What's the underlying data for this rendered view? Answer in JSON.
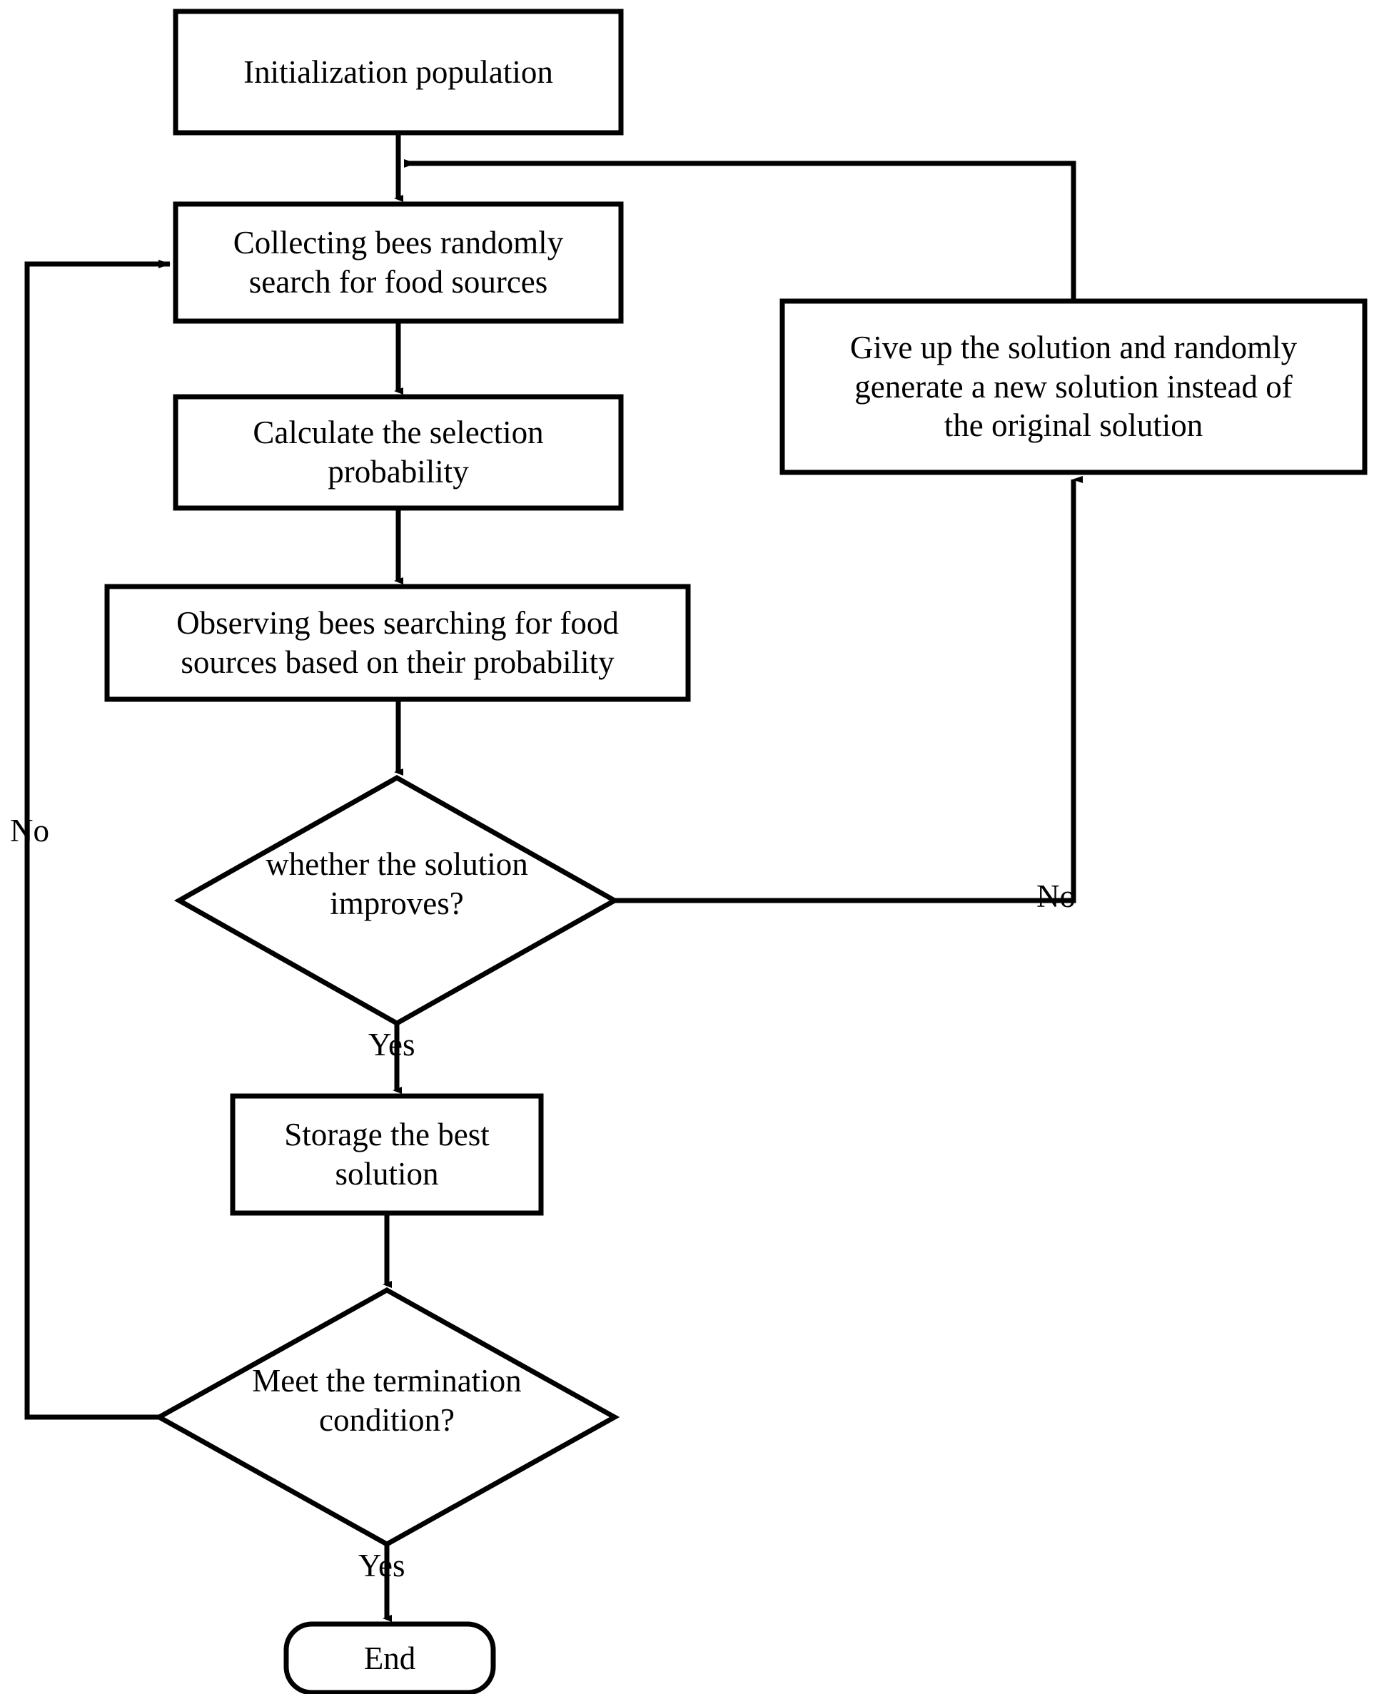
{
  "diagram": {
    "type": "flowchart",
    "title": "Artificial Bee Colony algorithm flowchart",
    "orientation": "top-to-bottom",
    "stroke_color": "#000000",
    "fill_color": "#ffffff",
    "background_color": "#ffffff"
  },
  "nodes": {
    "initialization": {
      "shape": "rectangle",
      "label": "Initialization population"
    },
    "collecting_bees": {
      "shape": "rectangle",
      "label": "Collecting bees randomly\nsearch for food sources"
    },
    "calculate_probability": {
      "shape": "rectangle",
      "label": "Calculate the selection\nprobability"
    },
    "observing_bees": {
      "shape": "rectangle",
      "label": "Observing bees searching for food\nsources based on their probability"
    },
    "solution_improves": {
      "shape": "diamond",
      "label": "whether the solution\nimproves?"
    },
    "give_up_solution": {
      "shape": "rectangle",
      "label": "Give up the solution and randomly\ngenerate a new solution instead of\nthe original solution"
    },
    "storage_best": {
      "shape": "rectangle",
      "label": "Storage the best\nsolution"
    },
    "termination_condition": {
      "shape": "diamond",
      "label": "Meet the termination\ncondition?"
    },
    "end": {
      "shape": "rounded-rectangle",
      "label": "End"
    }
  },
  "edge_labels": {
    "improves_no": "No",
    "improves_yes": "Yes",
    "termination_no": "No",
    "termination_yes": "Yes"
  },
  "edges": [
    {
      "from": "initialization",
      "to": "collecting_bees",
      "label": ""
    },
    {
      "from": "collecting_bees",
      "to": "calculate_probability",
      "label": ""
    },
    {
      "from": "calculate_probability",
      "to": "observing_bees",
      "label": ""
    },
    {
      "from": "observing_bees",
      "to": "solution_improves",
      "label": ""
    },
    {
      "from": "solution_improves",
      "to": "give_up_solution",
      "label": "No"
    },
    {
      "from": "solution_improves",
      "to": "storage_best",
      "label": "Yes"
    },
    {
      "from": "give_up_solution",
      "to": "collecting_bees",
      "label": ""
    },
    {
      "from": "storage_best",
      "to": "termination_condition",
      "label": ""
    },
    {
      "from": "termination_condition",
      "to": "collecting_bees",
      "label": "No"
    },
    {
      "from": "termination_condition",
      "to": "end",
      "label": "Yes"
    }
  ]
}
